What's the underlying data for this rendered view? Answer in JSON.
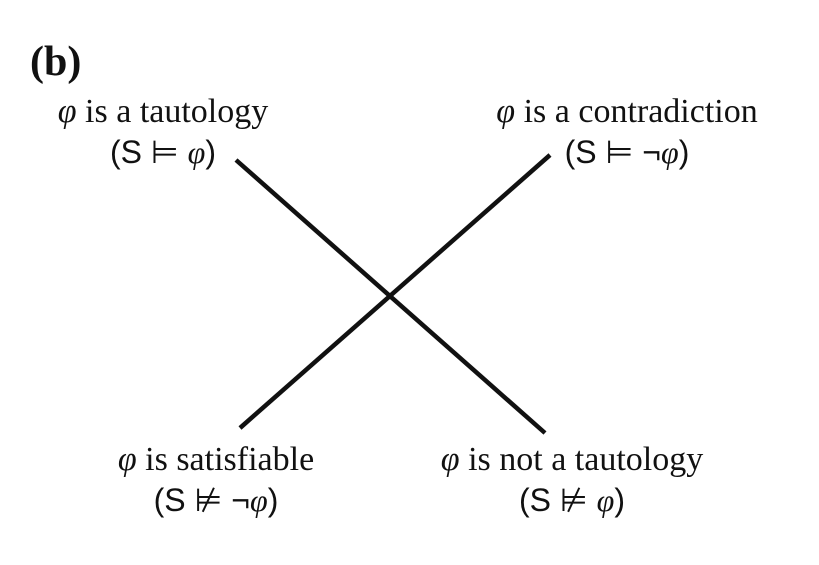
{
  "panel_label": "(b)",
  "phi": "φ",
  "corners": {
    "top_left": {
      "text": "is a tautology",
      "pre": "(S ⊨ ",
      "neg": "",
      "post": ")"
    },
    "top_right": {
      "text": "is a contradiction",
      "pre": "(S ⊨ ",
      "neg": "¬",
      "post": ")"
    },
    "bottom_left": {
      "text": "is satisfiable",
      "pre": "(S ⊭ ",
      "neg": "¬",
      "post": ")"
    },
    "bottom_right": {
      "text": "is not a tautology",
      "pre": "(S ⊭ ",
      "neg": "",
      "post": ")"
    }
  }
}
